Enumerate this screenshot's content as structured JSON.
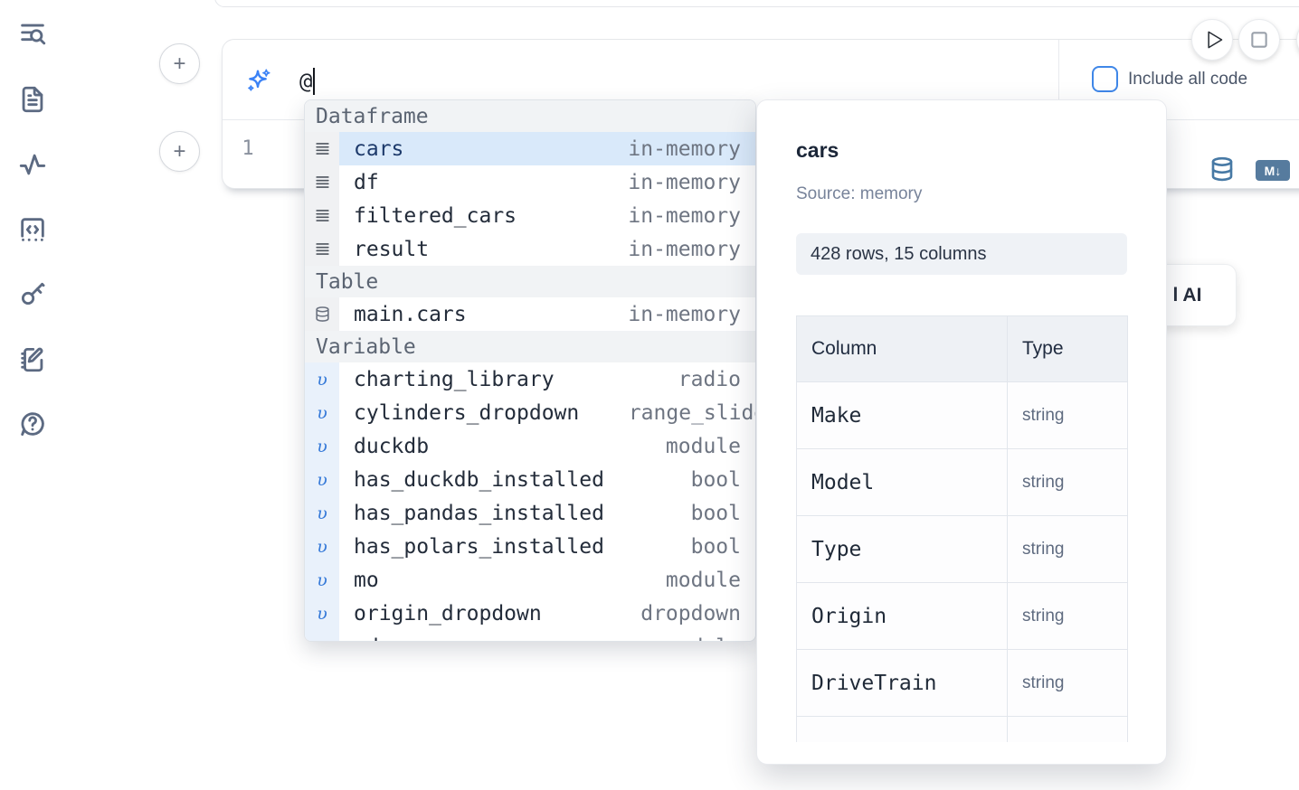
{
  "colors": {
    "accent_blue": "#3b82f6",
    "sidebar_icon": "#5c6a82",
    "selection_bg": "#d9e9fa",
    "selected_text": "#1d3a6b",
    "steel_blue_icon": "#4779a5",
    "markdown_badge_bg": "#567b9e",
    "section_header_bg": "#f1f3f5"
  },
  "sidebar": {
    "icons": [
      "list-search-icon",
      "file-text-icon",
      "activity-icon",
      "code-snippets-icon",
      "key-icon",
      "notebook-edit-icon",
      "help-chat-icon"
    ]
  },
  "cell": {
    "ai_input_value": "@",
    "include_all_code_label": "Include all code",
    "include_all_code_checked": false,
    "line_number": "1",
    "markdown_badge": "M↓",
    "database_icon": "database-icon",
    "sparkle_icon": "sparkles-icon"
  },
  "run_controls": {
    "play_icon": "play-icon",
    "stop_icon": "stop-icon"
  },
  "autocomplete": {
    "sections": [
      {
        "label": "Dataframe",
        "kind": "dataframe",
        "items": [
          {
            "name": "cars",
            "type": "in-memory",
            "selected": true
          },
          {
            "name": "df",
            "type": "in-memory"
          },
          {
            "name": "filtered_cars",
            "type": "in-memory"
          },
          {
            "name": "result",
            "type": "in-memory"
          }
        ]
      },
      {
        "label": "Table",
        "kind": "table",
        "items": [
          {
            "name": "main.cars",
            "type": "in-memory"
          }
        ]
      },
      {
        "label": "Variable",
        "kind": "variable",
        "items": [
          {
            "name": "charting_library",
            "type": "radio"
          },
          {
            "name": "cylinders_dropdown",
            "type": "range_slider",
            "truncated": true
          },
          {
            "name": "duckdb",
            "type": "module"
          },
          {
            "name": "has_duckdb_installed",
            "type": "bool"
          },
          {
            "name": "has_pandas_installed",
            "type": "bool"
          },
          {
            "name": "has_polars_installed",
            "type": "bool"
          },
          {
            "name": "mo",
            "type": "module"
          },
          {
            "name": "origin_dropdown",
            "type": "dropdown"
          },
          {
            "name": "pd",
            "type": "module",
            "partial": true
          }
        ]
      }
    ]
  },
  "popup": {
    "title": "cars",
    "source": "Source: memory",
    "stats": "428 rows, 15 columns",
    "table": {
      "headers": [
        "Column",
        "Type"
      ],
      "rows": [
        [
          "Make",
          "string"
        ],
        [
          "Model",
          "string"
        ],
        [
          "Type",
          "string"
        ],
        [
          "Origin",
          "string"
        ],
        [
          "DriveTrain",
          "string"
        ]
      ],
      "has_partial_row": true
    }
  },
  "ai_button": {
    "visible_label": "l AI"
  }
}
